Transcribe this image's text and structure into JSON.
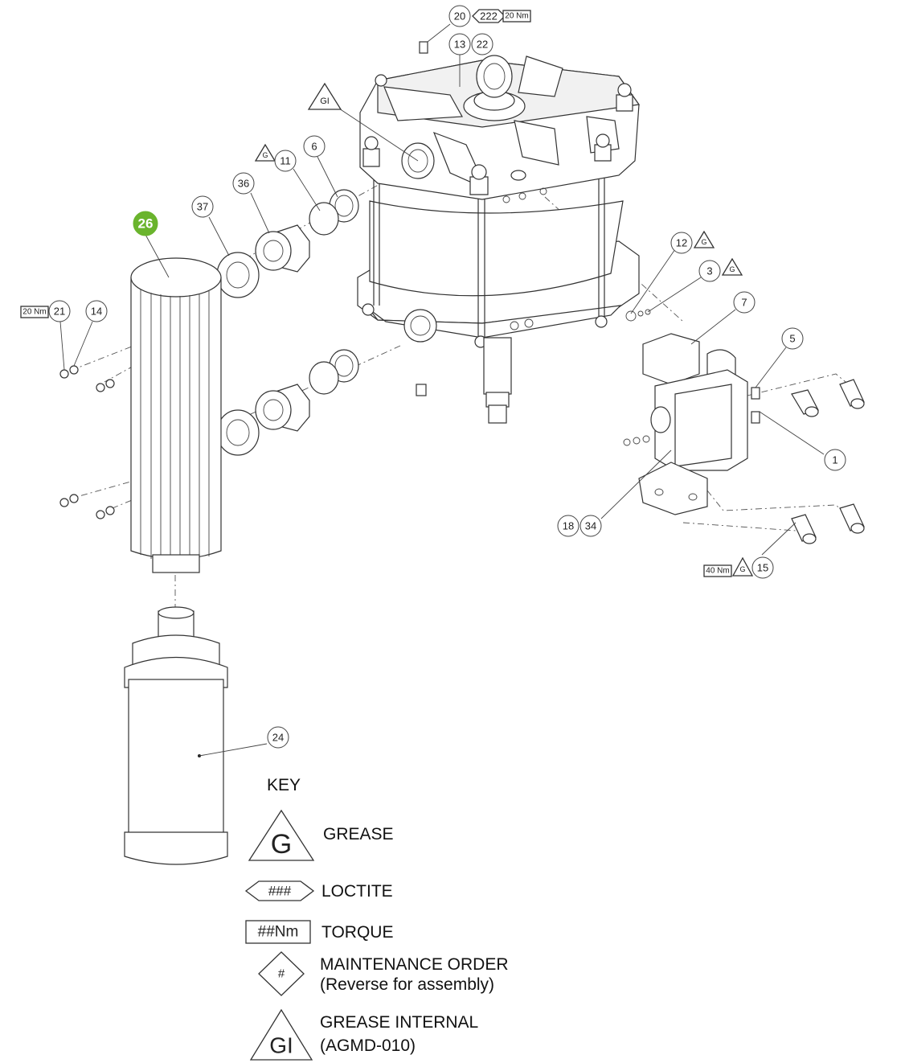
{
  "callouts": {
    "c1": "1",
    "c3": "3",
    "c5": "5",
    "c6": "6",
    "c7": "7",
    "c11": "11",
    "c12": "12",
    "c13": "13",
    "c14": "14",
    "c15": "15",
    "c18": "18",
    "c20": "20",
    "c21": "21",
    "c22a": "22",
    "c22b": "222",
    "c24": "24",
    "c26": "26",
    "c34": "34",
    "c36": "36",
    "c37": "37"
  },
  "annotations": {
    "torque_top": "20 Nm",
    "torque_left": "20 Nm",
    "torque_bottom": "40 Nm",
    "grease_internal_symbol": "GI",
    "grease_symbol": "G"
  },
  "key": {
    "title": "KEY",
    "grease_label": "GREASE",
    "loctite_symbol": "###",
    "loctite_label": "LOCTITE",
    "torque_symbol": "##Nm",
    "torque_label": "TORQUE",
    "maintenance_symbol": "#",
    "maintenance_label_1": "MAINTENANCE ORDER",
    "maintenance_label_2": "(Reverse for assembly)",
    "grease_internal_label_1": "GREASE INTERNAL",
    "grease_internal_label_2": "(AGMD-010)"
  },
  "colors": {
    "highlight": "#6ab42d"
  }
}
